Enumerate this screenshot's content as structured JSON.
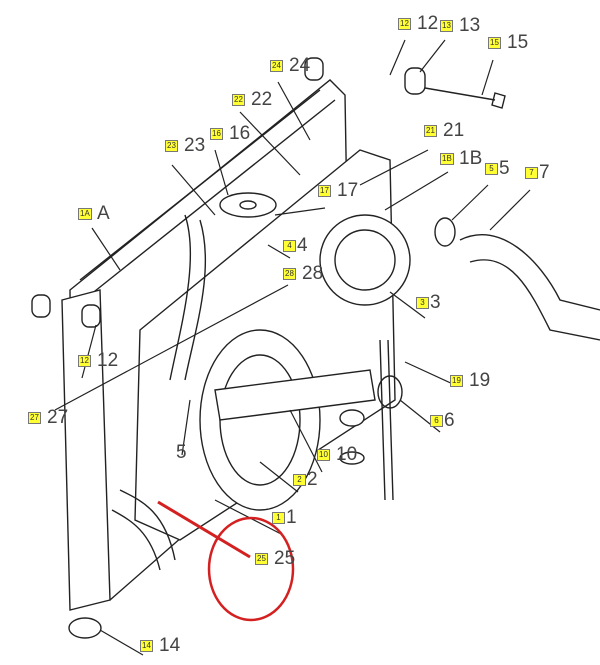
{
  "title": "Radiator and cooling fan assembly exploded view",
  "callouts": [
    {
      "tag": "12",
      "text": "12"
    },
    {
      "tag": "13",
      "text": "13"
    },
    {
      "tag": "15",
      "text": "15"
    },
    {
      "tag": "24",
      "text": "24"
    },
    {
      "tag": "22",
      "text": "22"
    },
    {
      "tag": "21",
      "text": "21"
    },
    {
      "tag": "1B",
      "text": "1B"
    },
    {
      "tag": "5",
      "text": "5"
    },
    {
      "tag": "7",
      "text": "7"
    },
    {
      "tag": "23",
      "text": "23"
    },
    {
      "tag": "16",
      "text": "16"
    },
    {
      "tag": "17",
      "text": "17"
    },
    {
      "tag": "1A",
      "text": "A"
    },
    {
      "tag": "4",
      "text": "4"
    },
    {
      "tag": "28",
      "text": "28"
    },
    {
      "tag": "3",
      "text": "3"
    },
    {
      "tag": "12",
      "text": "12"
    },
    {
      "tag": "27",
      "text": "27"
    },
    {
      "tag": "19",
      "text": "19"
    },
    {
      "tag": "6",
      "text": "6"
    },
    {
      "tag": "",
      "text": "5"
    },
    {
      "tag": "10",
      "text": "10"
    },
    {
      "tag": "2",
      "text": "2"
    },
    {
      "tag": "1",
      "text": "1"
    },
    {
      "tag": "25",
      "text": "25"
    },
    {
      "tag": "14",
      "text": "14"
    }
  ],
  "highlight_color": "#d42020",
  "tag_color": "#ffff33"
}
